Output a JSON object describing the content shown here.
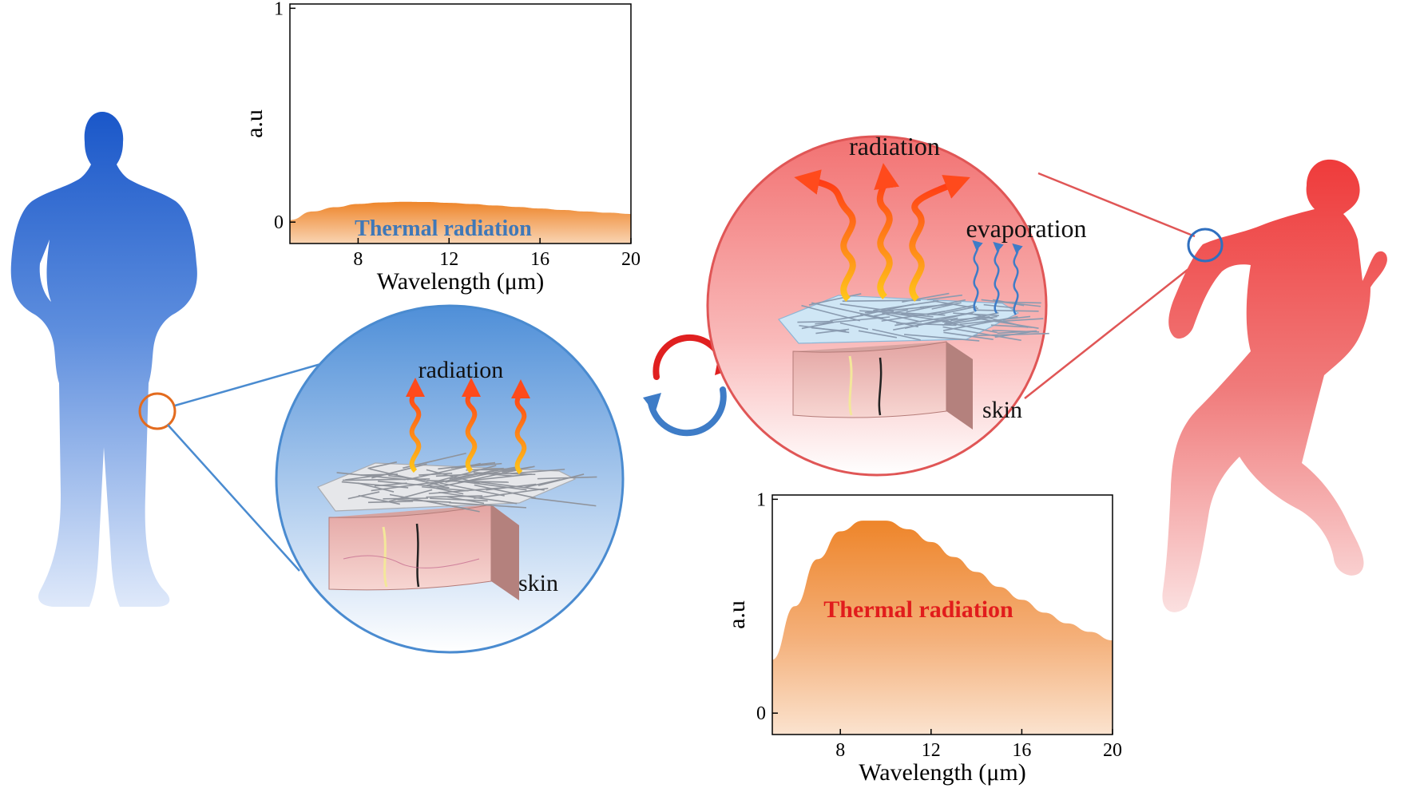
{
  "colors": {
    "cool_blue": "#1a57c9",
    "hot_red": "#ef3b3b",
    "thermal_orange": "#ee8a2e",
    "thermal_label_cool": "#3f78b8",
    "thermal_label_hot": "#e11c1c",
    "arrow_red": "#e02020",
    "arrow_blue": "#3e7cc7"
  },
  "cool_state": {
    "radiation_label": "radiation",
    "skin_label": "skin"
  },
  "hot_state": {
    "radiation_label": "radiation",
    "evaporation_label": "evaporation",
    "skin_label": "skin"
  },
  "chart_data": [
    {
      "type": "area",
      "x": [
        5,
        6,
        7,
        8,
        9,
        10,
        11,
        12,
        13,
        14,
        15,
        16,
        17,
        18,
        19,
        20
      ],
      "series": [
        {
          "values": [
            0.01,
            0.05,
            0.07,
            0.085,
            0.092,
            0.095,
            0.094,
            0.09,
            0.085,
            0.078,
            0.071,
            0.064,
            0.057,
            0.05,
            0.044,
            0.038
          ]
        }
      ],
      "annotation": "Thermal radiation",
      "xlabel": "Wavelength (μm)",
      "ylabel": "a.u",
      "x_ticks": [
        "8",
        "12",
        "16",
        "20"
      ],
      "y_ticks": [
        "0",
        "1"
      ],
      "xlim": [
        5,
        20
      ],
      "ylim": [
        -0.1,
        1.02
      ],
      "grid": false
    },
    {
      "type": "area",
      "x": [
        5,
        6,
        7,
        8,
        9,
        10,
        11,
        12,
        13,
        14,
        15,
        16,
        17,
        18,
        19,
        20
      ],
      "series": [
        {
          "values": [
            0.25,
            0.5,
            0.72,
            0.85,
            0.9,
            0.9,
            0.86,
            0.8,
            0.73,
            0.66,
            0.59,
            0.53,
            0.47,
            0.42,
            0.38,
            0.34
          ]
        }
      ],
      "annotation": "Thermal radiation",
      "xlabel": "Wavelength (μm)",
      "ylabel": "a.u",
      "x_ticks": [
        "8",
        "12",
        "16",
        "20"
      ],
      "y_ticks": [
        "0",
        "1"
      ],
      "xlim": [
        5,
        20
      ],
      "ylim": [
        -0.1,
        1.02
      ],
      "grid": false
    }
  ]
}
